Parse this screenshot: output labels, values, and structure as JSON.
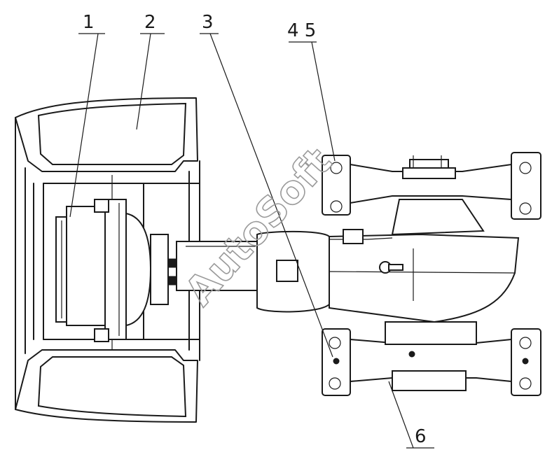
{
  "callouts": [
    {
      "id": "1",
      "label": "1"
    },
    {
      "id": "2",
      "label": "2"
    },
    {
      "id": "3",
      "label": "3"
    },
    {
      "id": "45",
      "label": "4 5"
    },
    {
      "id": "6",
      "label": "6"
    }
  ],
  "watermark": "AutoSoft"
}
